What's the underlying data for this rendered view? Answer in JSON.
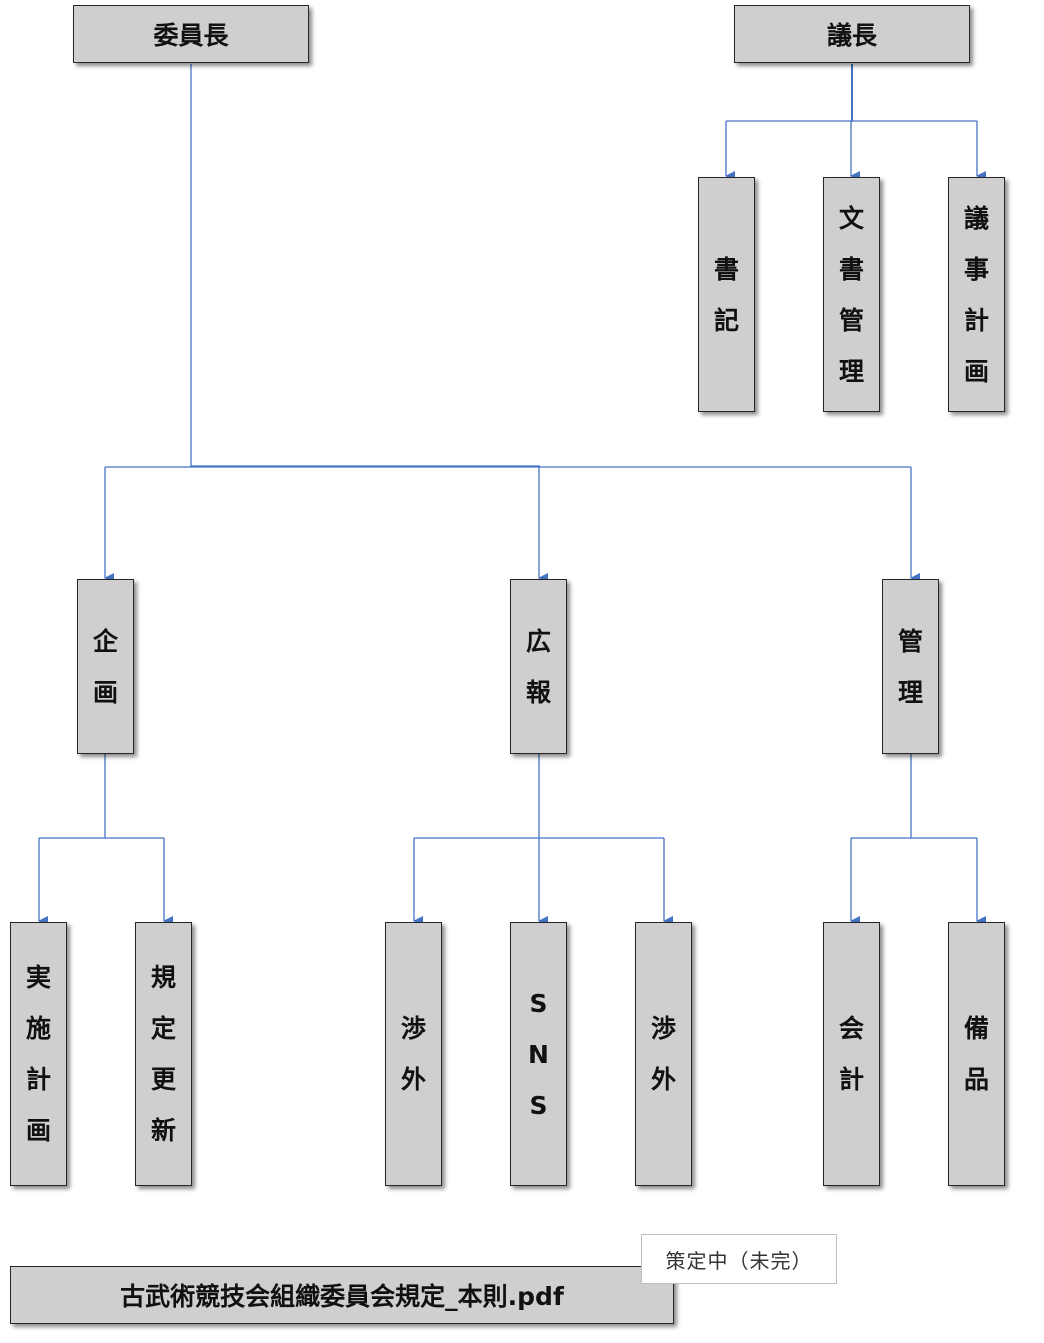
{
  "colors": {
    "box_fill": "#d0cece",
    "connector": "#4472c4"
  },
  "top": {
    "chair": "委員長",
    "speaker": "議長"
  },
  "speaker_units": [
    "書記",
    "文書管理",
    "議事計画"
  ],
  "departments": [
    "企画",
    "広報",
    "管理"
  ],
  "sub_units": {
    "planning": [
      "実施計画",
      "規定更新"
    ],
    "pr": [
      "渉外",
      "SNS",
      "渉外"
    ],
    "admin": [
      "会計",
      "備品"
    ]
  },
  "document": {
    "title": "古武術競技会組織委員会規定_本則.pdf",
    "status": "策定中（未完）"
  }
}
